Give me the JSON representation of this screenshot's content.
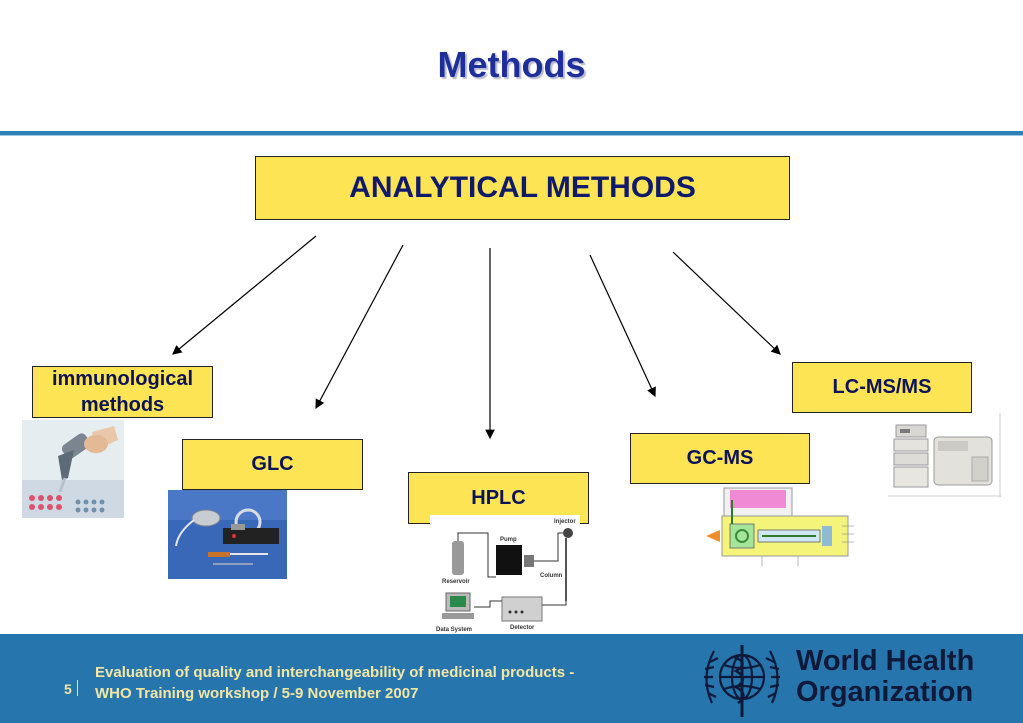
{
  "slide": {
    "title": "Methods"
  },
  "diagram": {
    "root": "ANALYTICAL METHODS",
    "methods": [
      {
        "label": "immunological methods"
      },
      {
        "label": "GLC"
      },
      {
        "label": "HPLC"
      },
      {
        "label": "GC-MS"
      },
      {
        "label": "LC-MS/MS"
      }
    ]
  },
  "hplc_schematic": {
    "labels": [
      "Injector",
      "Pump",
      "Reservoir",
      "Column",
      "Data System",
      "Detector"
    ]
  },
  "footer": {
    "page": "5",
    "line1": "Evaluation of quality and interchangeability of medicinal products -",
    "line2": "WHO Training workshop / 5-9 November 2007",
    "org_line1": "World Health",
    "org_line2": "Organization"
  },
  "colors": {
    "accent": "#2676ad",
    "box": "#fde454",
    "title": "#1f2f9a"
  }
}
